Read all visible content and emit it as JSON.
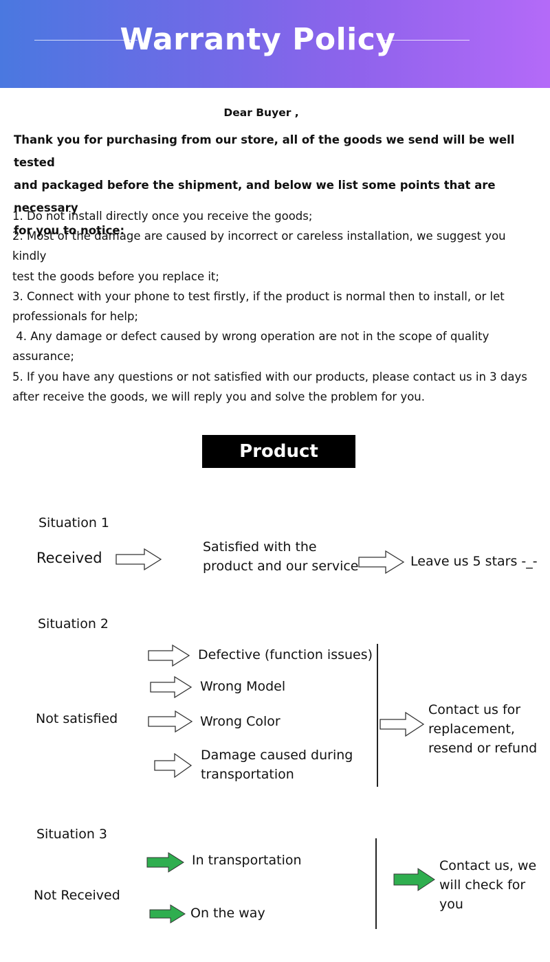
{
  "header": {
    "title": "Warranty Policy"
  },
  "letter": {
    "greeting": "Dear Buyer ,",
    "intro_lines": [
      "Thank you for purchasing from our store, all of the goods we send will be well tested",
      "and packaged before the shipment, and below we list some points that are necessary",
      "for you to notice:"
    ],
    "points": [
      "1. Do not install directly once you receive the goods;",
      "2. Most of the damage are caused by incorrect or careless installation, we suggest you kindly",
      "test the goods before you replace it;",
      "3. Connect with your phone to test firstly, if the product is normal then to install, or let",
      "professionals for help;",
      " 4. Any damage or defect caused by wrong operation are not in the scope of quality",
      "assurance;",
      "5. If you have any questions or not satisfied with our products, please contact us in 3 days",
      "after receive the goods, we will reply you and solve the problem for you."
    ]
  },
  "service": {
    "title": "Product Service",
    "situation1": {
      "heading": "Situation 1",
      "state": "Received",
      "condition_lines": [
        "Satisfied with the",
        "product and our service"
      ],
      "action": "Leave us 5 stars -_-"
    },
    "situation2": {
      "heading": "Situation 2",
      "state": "Not satisfied",
      "reasons": [
        "Defective (function issues)",
        "Wrong Model",
        "Wrong Color"
      ],
      "reason4_lines": [
        "Damage caused during",
        "transportation"
      ],
      "action_lines": [
        "Contact us for",
        "replacement,",
        "resend or refund"
      ]
    },
    "situation3": {
      "heading": "Situation 3",
      "state": "Not Received",
      "statuses": [
        "In transportation",
        "On the way"
      ],
      "action_lines": [
        "Contact us, we",
        "will check for",
        "you"
      ]
    }
  },
  "colors": {
    "banner_gradient": [
      "#4a78e0",
      "#b46af8"
    ],
    "green_arrow": "#2fae4f",
    "title_box": "#000000"
  },
  "icons": {
    "outline_arrow": "right-arrow-outline-icon",
    "green_arrow": "right-arrow-green-icon"
  }
}
